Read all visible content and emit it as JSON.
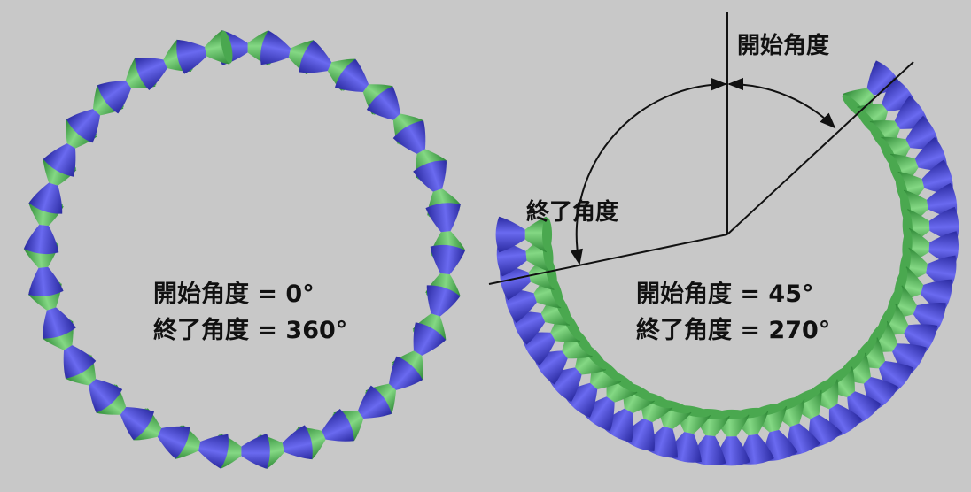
{
  "colors": {
    "background": "#c8c8c8",
    "blue": "#4b4bd6",
    "blue_dark": "#2a2aa0",
    "green": "#5fbf5f",
    "green_dark": "#2f8a37",
    "line": "#111111"
  },
  "left_ring": {
    "start_angle_deg": 0,
    "end_angle_deg": 360,
    "count": 30,
    "caption_line1": "開始角度 = 0°",
    "caption_line2": "終了角度 = 360°"
  },
  "right_ring": {
    "start_angle_deg": 45,
    "end_angle_deg": 270,
    "count": 38,
    "caption_line1": "開始角度 = 45°",
    "caption_line2": "終了角度 = 270°",
    "label_start": "開始角度",
    "label_end": "終了角度"
  }
}
